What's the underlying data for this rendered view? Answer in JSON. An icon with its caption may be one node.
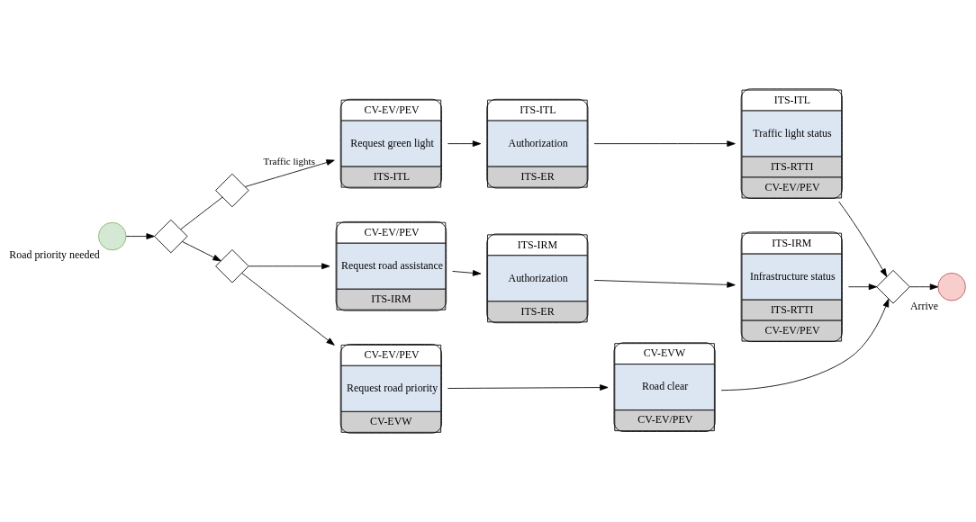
{
  "diagram": {
    "nodes": [
      {
        "text": [],
        "shape": "circle",
        "beside": [
          "Road priority needed"
        ]
      },
      {
        "text": [],
        "shape": "diamond"
      },
      {
        "text": [],
        "shape": "diamond"
      },
      {
        "text": [
          "CV-EV/PEV",
          "Request green light",
          "ITS-ITL"
        ]
      },
      {
        "text": [
          "ITS-ITL",
          "Authorization",
          "ITS-ER"
        ]
      },
      {
        "text": [
          "ITS-ITL",
          "Traffic light status",
          "ITS-RTTI",
          "CV-EV/PEV"
        ]
      },
      {
        "text": [],
        "shape": "diamond"
      },
      {
        "text": [
          "CV-EV/PEV",
          "Request road assistance",
          "ITS-IRM"
        ]
      },
      {
        "text": [
          "ITS-IRM",
          "Authorization",
          "ITS-ER"
        ]
      },
      {
        "text": [
          "ITS-IRM",
          "Infrastructure status",
          "ITS-RTTI",
          "CV-EV/PEV"
        ]
      },
      {
        "text": [
          "CV-EV/PEV",
          "Request road priority",
          "CV-EVW"
        ]
      },
      {
        "text": [
          "CV-EVW",
          "Road clear",
          "CV-EV/PEV"
        ]
      },
      {
        "text": [],
        "shape": "diamond"
      },
      {
        "text": [],
        "shape": "circle",
        "beside": [
          "Arrive"
        ]
      }
    ],
    "edges": [
      {
        "from": 0,
        "to": 1,
        "arrow": "to"
      },
      {
        "from": 1,
        "to": 2,
        "arrow": "none"
      },
      {
        "from": 2,
        "to": 3,
        "arrow": "to",
        "label": "Traffic lights"
      },
      {
        "from": 3,
        "to": 4,
        "arrow": "to"
      },
      {
        "from": 4,
        "to": 5,
        "arrow": "to"
      },
      {
        "from": 5,
        "to": 12,
        "arrow": "to"
      },
      {
        "from": 1,
        "to": 6,
        "arrow": "to"
      },
      {
        "from": 6,
        "to": 7,
        "arrow": "to"
      },
      {
        "from": 7,
        "to": 8,
        "arrow": "to"
      },
      {
        "from": 8,
        "to": 9,
        "arrow": "to"
      },
      {
        "from": 9,
        "to": 12,
        "arrow": "to"
      },
      {
        "from": 6,
        "to": 10,
        "arrow": "to"
      },
      {
        "from": 10,
        "to": 11,
        "arrow": "to"
      },
      {
        "from": 11,
        "to": 12,
        "arrow": "to"
      },
      {
        "from": 12,
        "to": 13,
        "arrow": "to"
      }
    ]
  }
}
